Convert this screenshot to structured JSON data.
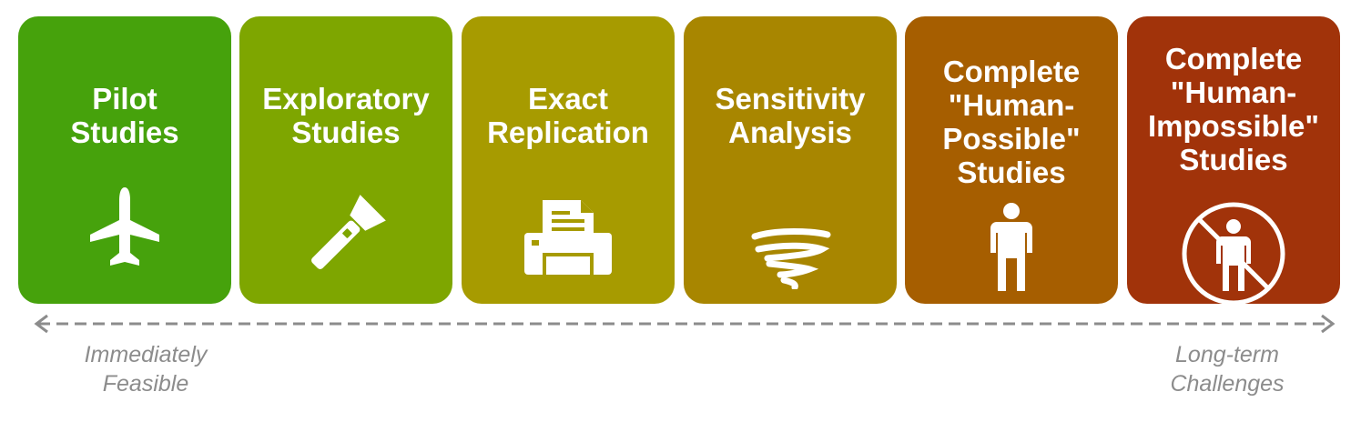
{
  "stages": [
    {
      "title": "Pilot\nStudies",
      "color": "#46a20c",
      "icon": "airplane-icon"
    },
    {
      "title": "Exploratory\nStudies",
      "color": "#7ea600",
      "icon": "flashlight-icon"
    },
    {
      "title": "Exact\nReplication",
      "color": "#a79b00",
      "icon": "printer-icon"
    },
    {
      "title": "Sensitivity\nAnalysis",
      "color": "#a88600",
      "icon": "tornado-icon"
    },
    {
      "title": "Complete\n\"Human-\nPossible\"\nStudies",
      "color": "#a65e00",
      "icon": "person-icon"
    },
    {
      "title": "Complete\n\"Human-\nImpossible\"\nStudies",
      "color": "#a1330a",
      "icon": "no-person-icon"
    }
  ],
  "axis": {
    "left_label": "Immediately\nFeasible",
    "right_label": "Long-term\nChallenges",
    "color": "#8c8c8c"
  }
}
